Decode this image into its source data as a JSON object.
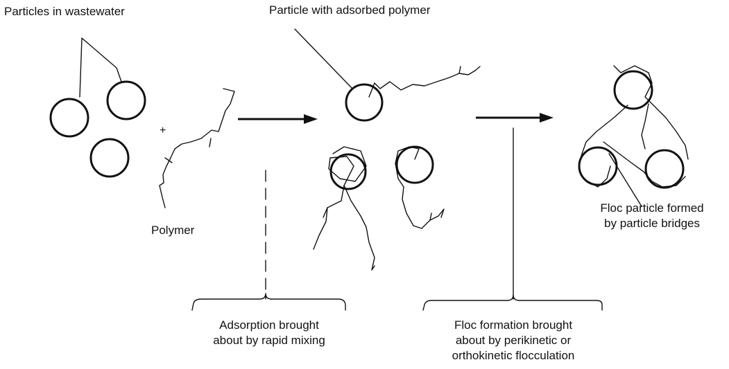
{
  "labels": {
    "particles_in_wastewater": "Particles in wastewater",
    "particle_with_adsorbed_polymer": "Particle with adsorbed polymer",
    "plus_sign": "+",
    "polymer": "Polymer",
    "floc_particle": [
      "Floc particle formed",
      "by particle bridges"
    ],
    "adsorption": [
      "Adsorption brought",
      "about by rapid mixing"
    ],
    "floc_formation": [
      "Floc formation brought",
      "about by perikinetic or",
      "orthokinetic flocculation"
    ]
  }
}
